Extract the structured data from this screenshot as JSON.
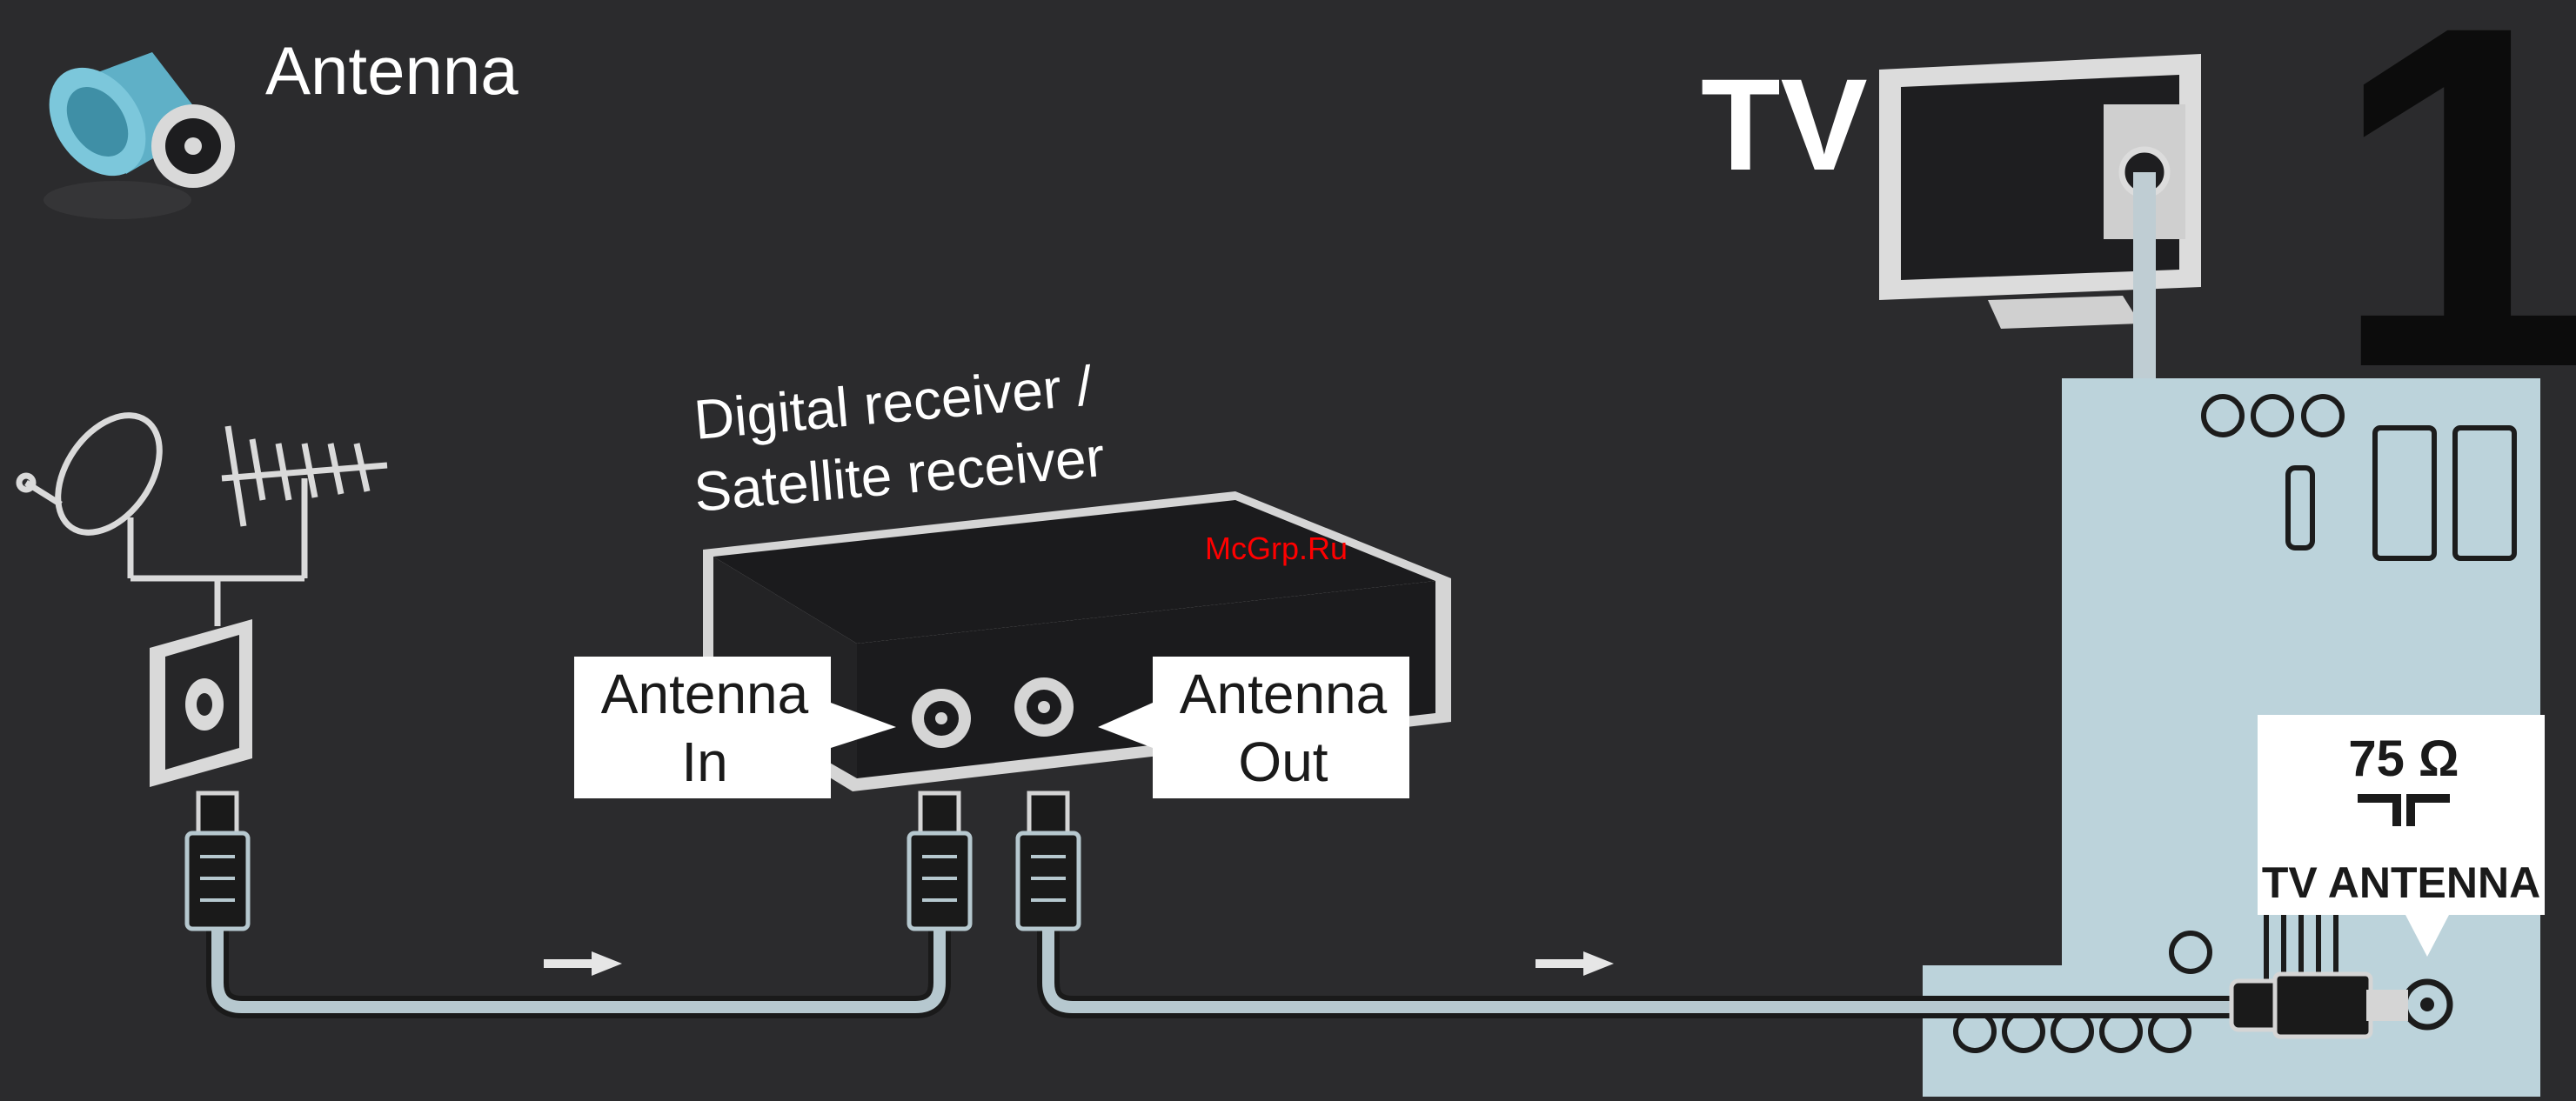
{
  "header": {
    "icon": "antenna-connector-icon",
    "title": "Antenna"
  },
  "tv": {
    "label": "TV",
    "icon": "tv-icon"
  },
  "step_number": "1",
  "receiver": {
    "title_line1": "Digital receiver /",
    "title_line2": "Satellite receiver",
    "icon": "receiver-box-icon"
  },
  "callouts": {
    "antenna_in_line1": "Antenna",
    "antenna_in_line2": "In",
    "antenna_out_line1": "Antenna",
    "antenna_out_line2": "Out"
  },
  "tv_panel": {
    "impedance": "75 Ω",
    "connector_symbol": "ᒣᒥ",
    "port_label": "TV ANTENNA"
  },
  "watermark": "McGrp.Ru",
  "icons": {
    "wall_socket": "wall-socket-icon",
    "dish": "satellite-dish-icon",
    "aerial": "tv-aerial-icon",
    "arrows": "arrow-right-icon"
  },
  "colors": {
    "background": "#2b2b2d",
    "panel": "#bcd3db",
    "cable": "#b6c8cf",
    "label_bg": "#ffffff",
    "text_light": "#ffffff",
    "watermark": "#ff0000"
  }
}
